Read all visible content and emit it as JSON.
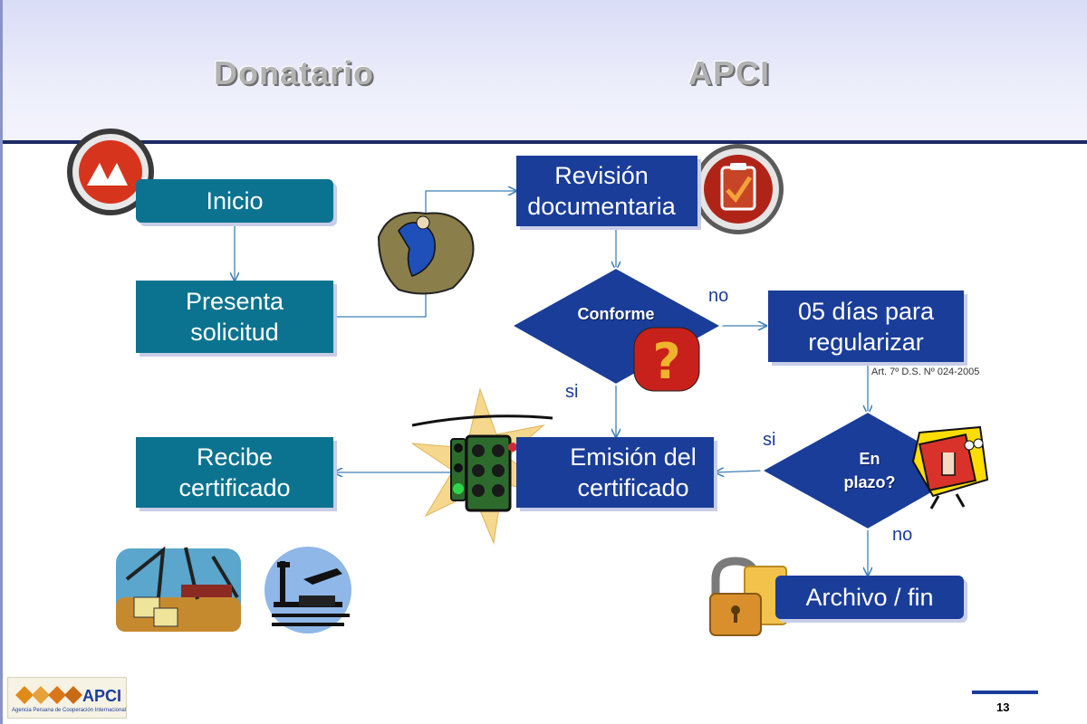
{
  "header": {
    "lane_left": "Donatario",
    "lane_right": "APCI"
  },
  "nodes": {
    "inicio": "Inicio",
    "presenta": [
      "Presenta",
      "solicitud"
    ],
    "revision": [
      "Revisión",
      "documentaria"
    ],
    "conforme": "Conforme",
    "regularizar": [
      "05 días para",
      "regularizar"
    ],
    "emision": [
      "Emisión del",
      "certificado"
    ],
    "en_plazo": [
      "En",
      "plazo?"
    ],
    "recibe": [
      "Recibe",
      "certificado"
    ],
    "archivo": "Archivo / fin"
  },
  "edge_labels": {
    "conforme_no": "no",
    "conforme_si": "si",
    "plazo_si": "si",
    "plazo_no": "no"
  },
  "note": "Art. 7º D.S. Nº 024-2005",
  "footer": {
    "logo_text": "APCI",
    "logo_subtitle": "Agencia Peruana de Cooperación Internacional",
    "page_number": "13"
  },
  "colors": {
    "teal": "#0b7390",
    "navy": "#1a3d9a",
    "arrow": "#3f7fb5",
    "header_line": "#1b2a63"
  },
  "icons": [
    "start-icon",
    "climber-clipart",
    "checklist-icon",
    "question-icon",
    "traffic-light-icon",
    "stop-sign-icon",
    "padlock-icon",
    "port-crane-clipart",
    "ship-plane-clipart"
  ]
}
